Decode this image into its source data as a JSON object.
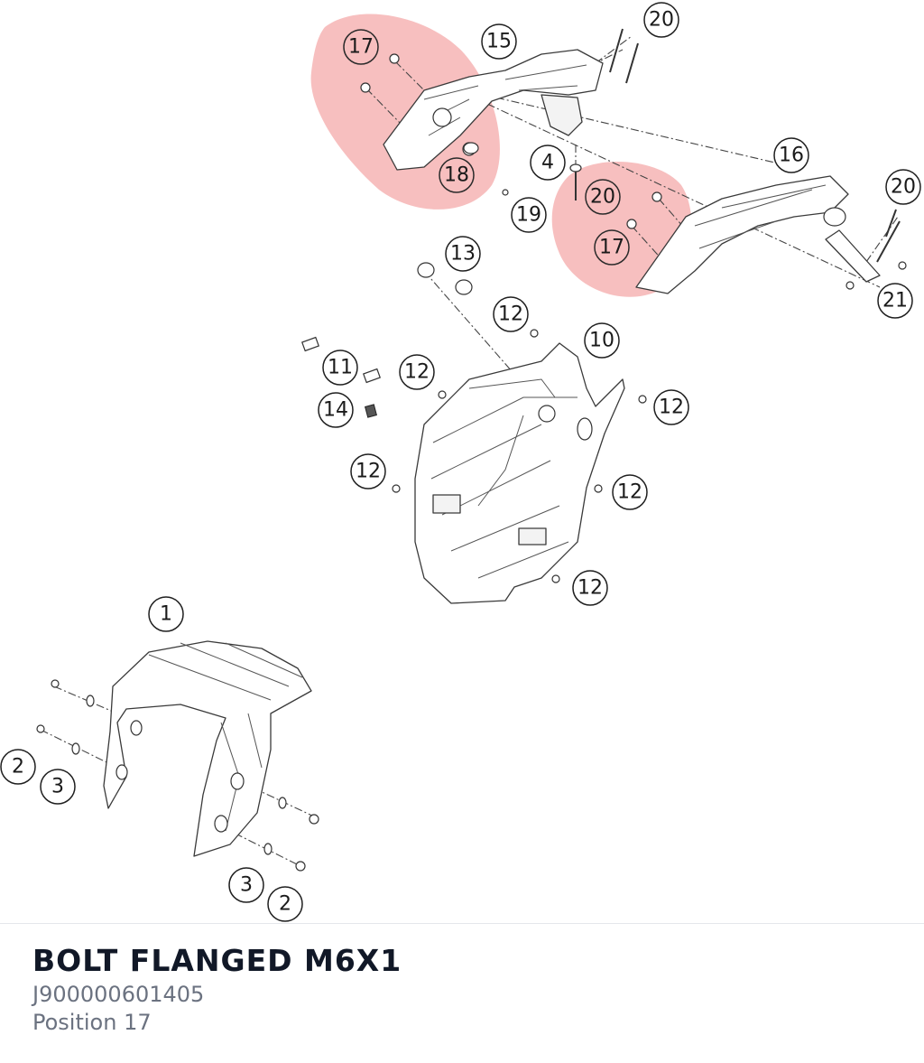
{
  "part": {
    "title": "BOLT FLANGED M6X1",
    "number": "J900000601405",
    "position": "Position 17"
  },
  "highlight_color": "#f08080",
  "callouts": {
    "c1": "1",
    "c2a": "2",
    "c3a": "3",
    "c3b": "3",
    "c2b": "2",
    "c4": "4",
    "c10": "10",
    "c11": "11",
    "c12a": "12",
    "c12b": "12",
    "c12c": "12",
    "c12d": "12",
    "c12e": "12",
    "c12f": "12",
    "c13": "13",
    "c14": "14",
    "c15": "15",
    "c16": "16",
    "c17a": "17",
    "c17b": "17",
    "c18": "18",
    "c19": "19",
    "c20a": "20",
    "c20b": "20",
    "c20c": "20",
    "c21": "21"
  }
}
